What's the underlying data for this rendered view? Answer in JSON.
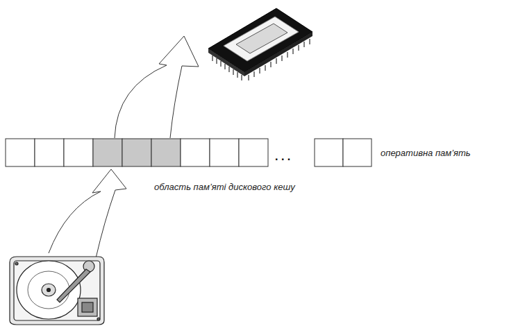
{
  "diagram": {
    "labels": [
      "оперативна пам’ять",
      "область пам’яті дискового кешу",
      ". . ."
    ]
  }
}
